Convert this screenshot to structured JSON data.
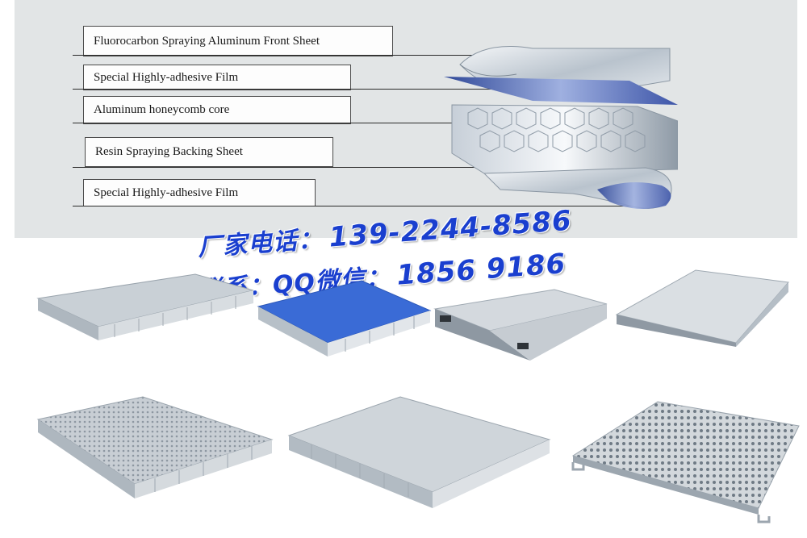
{
  "layers": [
    "Fluorocarbon Spraying Aluminum Front Sheet",
    "Special Highly-adhesive Film",
    "Aluminum honeycomb core",
    "Resin Spraying Backing Sheet",
    "Special Highly-adhesive Film"
  ],
  "contact": {
    "phone_label": "厂家电话：",
    "phone_number": "139-2244-8586",
    "qq_label": "联系：QQ微信：",
    "qq_number": "1856 9186"
  },
  "colors": {
    "contact_text": "#1a3fcf",
    "panel_background": "#e2e5e6",
    "film_blue": "#3d55a8",
    "panel_blue": "#3a6bd6"
  },
  "products": [
    {
      "icon": "plain-gray-panel-icon"
    },
    {
      "icon": "blue-coated-panel-icon"
    },
    {
      "icon": "brushed-panel-with-edge-profile-icon"
    },
    {
      "icon": "silver-edge-folded-panel-icon"
    },
    {
      "icon": "fine-perforated-panel-icon"
    },
    {
      "icon": "plain-light-gray-panel-icon"
    },
    {
      "icon": "perforated-ceiling-panel-icon"
    }
  ]
}
